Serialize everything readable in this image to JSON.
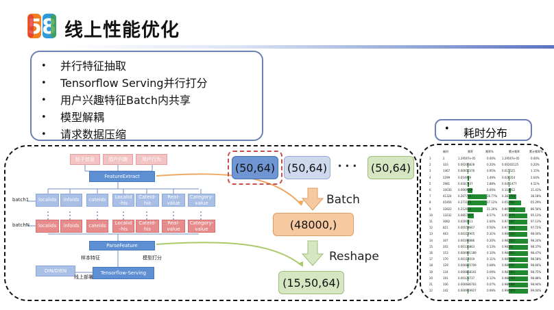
{
  "header": {
    "logo_text": "58",
    "title": "线上性能优化"
  },
  "bullets": [
    "并行特征抽取",
    "Tensorflow Serving并行打分",
    "用户兴趣特征Batch内共享",
    "模型解耦",
    "请求数据压缩"
  ],
  "dist_label": "耗时分布",
  "diagram": {
    "top_nodes": [
      "帖子信息",
      "用户兴趣",
      "用户行为"
    ],
    "feature_extract": "FeatureExtract",
    "batch1": "batch1",
    "batchN": "batchN",
    "row_nodes": [
      "localids",
      "infoids",
      "cateids",
      "Localid\n-his",
      "Cateid-\nhis",
      "Real-\nvalue",
      "Category-\nvalue"
    ],
    "parse_feature": "ParseFeature",
    "sample_feature": "样本特征",
    "model_score": "模型打分",
    "din": "DIN/DIEN",
    "online_deploy": "线上部署",
    "serving": "Tensorflow-Serving"
  },
  "flow": {
    "tuple_a": "(50,64)",
    "tuple_b": "(50,64)",
    "tuple_c": "(50,64)",
    "ellipsis": "• • •",
    "batch_label": "Batch",
    "batch_result": "(48000,)",
    "reshape_label": "Reshape",
    "reshape_result": "(15,50,64)"
  },
  "table": {
    "headers": [
      "耗时",
      "频率",
      "频率%",
      "累计频率",
      "累计频率%"
    ],
    "rows": [
      [
        "1",
        "2",
        "1.29567e-05",
        "0.00%",
        "1.29567e-05",
        "0.00%"
      ],
      [
        "2",
        "310",
        "0.00200828",
        "0.20%",
        "0.00202125",
        "0.20%"
      ],
      [
        "3",
        "1467",
        "0.00950376",
        "0.95%",
        "0.011525",
        "1.15%"
      ],
      [
        "4",
        "2299",
        "0.014939",
        "1.49%",
        "0.026354",
        "2.64%"
      ],
      [
        "5",
        "2981",
        "0.0187937",
        "1.88%",
        "0.0451477",
        "4.51%"
      ],
      [
        "6",
        "10030",
        "0.0669539",
        "6.69%",
        "0.114052",
        "11.41%"
      ],
      [
        "7",
        "41324",
        "0.267716",
        "26.77%",
        "0.381763",
        "38.18%"
      ],
      [
        "8",
        "41856",
        "0.271163",
        "27.12%",
        "0.652922",
        "65.29%"
      ],
      [
        "9",
        "32822",
        "0.212633",
        "21.26%",
        "0.865558",
        "86.56%"
      ],
      [
        "10",
        "13232",
        "0.0857217",
        "8.57%",
        "0.951276",
        "95.13%"
      ],
      [
        "11",
        "3082",
        "0.0200311",
        "2.00%",
        "0.971307",
        "97.13%"
      ],
      [
        "12",
        "821",
        "0.00559667",
        "0.56%",
        "0.977204",
        "97.72%"
      ],
      [
        "13",
        "463",
        "0.00312905",
        "0.31%",
        "0.980333",
        "98.04%"
      ],
      [
        "14",
        "307",
        "0.00198886",
        "0.20%",
        "0.982322",
        "98.24%"
      ],
      [
        "15",
        "202",
        "0.00130863",
        "0.13%",
        "0.98363",
        "98.37%"
      ],
      [
        "16",
        "153",
        "0.000991189",
        "0.10%",
        "0.984662",
        "98.47%"
      ],
      [
        "17",
        "170",
        "0.00114019",
        "0.11%",
        "0.985562",
        "98.58%"
      ],
      [
        "18",
        "129",
        "0.000835709",
        "0.08%",
        "0.986597",
        "98.66%"
      ],
      [
        "19",
        "134",
        "0.000868101",
        "0.09%",
        "0.987465",
        "98.75%"
      ],
      [
        "20",
        "191",
        "0.00123737",
        "0.12%",
        "0.988703",
        "98.88%"
      ],
      [
        "21",
        "106",
        "0.000686703",
        "0.07%",
        "0.989389",
        "98.94%"
      ],
      [
        "22",
        "142",
        "0.000919927",
        "0.09%",
        "0.990309",
        "99.04%"
      ]
    ]
  },
  "colors": {
    "accent": "#6a7fb3",
    "bar_green": "#1f8a2f",
    "tuple_blue": "#6f95d3",
    "tuple_green": "#d7e6c2",
    "tuple_orange": "#f6c9a0"
  }
}
